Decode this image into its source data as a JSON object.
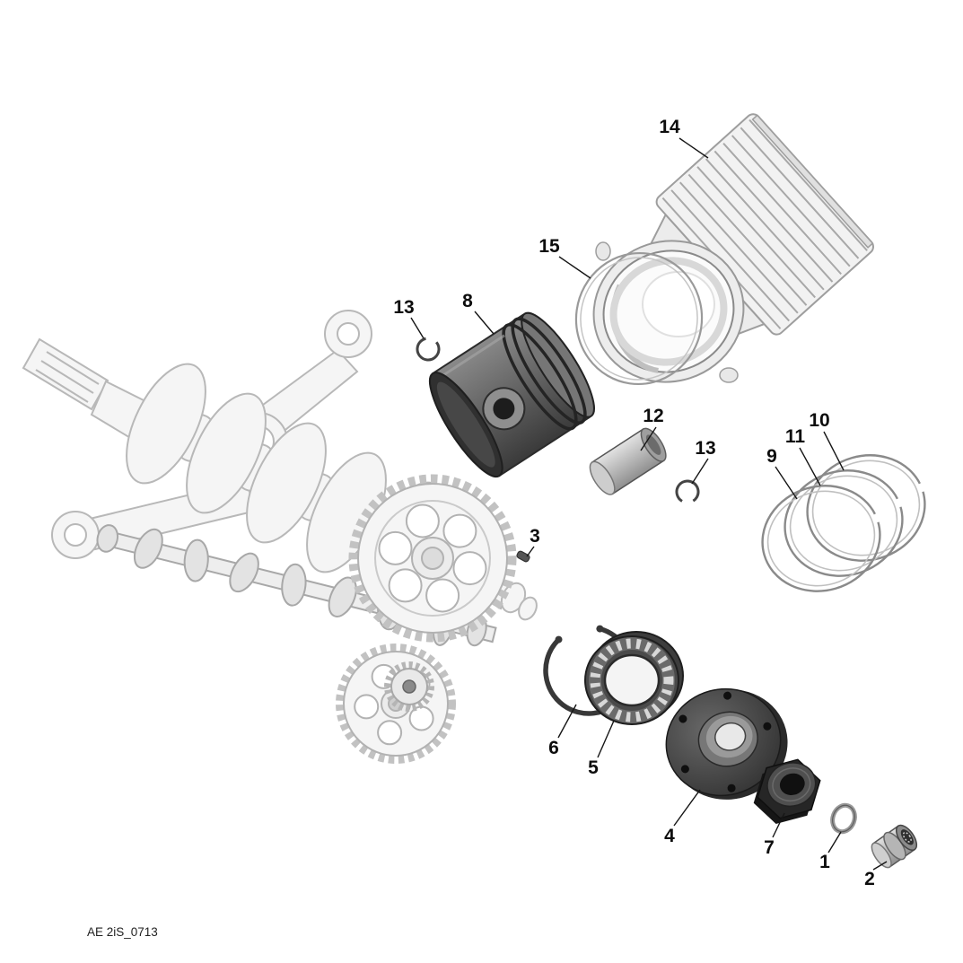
{
  "diagram": {
    "footer_code": "AE 2iS_0713",
    "callouts": [
      {
        "label": "14"
      },
      {
        "label": "15"
      },
      {
        "label": "13"
      },
      {
        "label": "8"
      },
      {
        "label": "12"
      },
      {
        "label": "13"
      },
      {
        "label": "9"
      },
      {
        "label": "11"
      },
      {
        "label": "10"
      },
      {
        "label": "3"
      },
      {
        "label": "6"
      },
      {
        "label": "5"
      },
      {
        "label": "4"
      },
      {
        "label": "7"
      },
      {
        "label": "1"
      },
      {
        "label": "2"
      }
    ],
    "colors": {
      "background": "#ffffff",
      "ghost_part_stroke": "#b8b8b8",
      "ghost_part_fill": "#f5f5f5",
      "dark_part": "#2f2f2f",
      "leader_line": "#151515",
      "label_text": "#0d0d0d"
    }
  }
}
